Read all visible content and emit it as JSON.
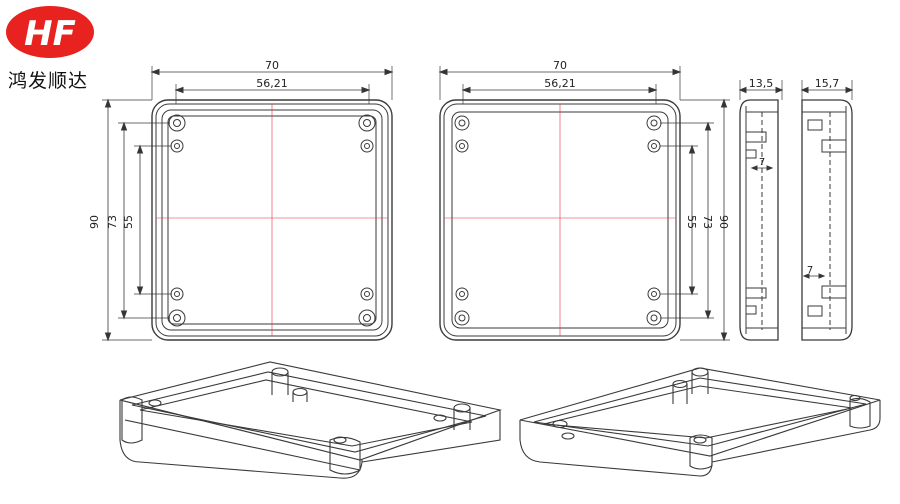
{
  "brand": {
    "logo_text": "HF",
    "company_name": "鸿发顺达",
    "logo_color": "#e8231f"
  },
  "views": {
    "front_left": {
      "width_outer": "70",
      "width_inner": "56,21",
      "height_outer": "90",
      "hole_spacing_outer": "73",
      "hole_spacing_inner": "55"
    },
    "front_right": {
      "width_outer": "70",
      "width_inner": "56,21",
      "hole_spacing_inner": "55",
      "hole_spacing_outer": "73",
      "height_outer": "90"
    },
    "side_a": {
      "depth": "13,5",
      "step": "7"
    },
    "side_b": {
      "depth": "15,7",
      "step": "7"
    }
  },
  "colors": {
    "line": "#3a3a3a",
    "centerline": "#e0303a",
    "dimension": "#333333"
  }
}
